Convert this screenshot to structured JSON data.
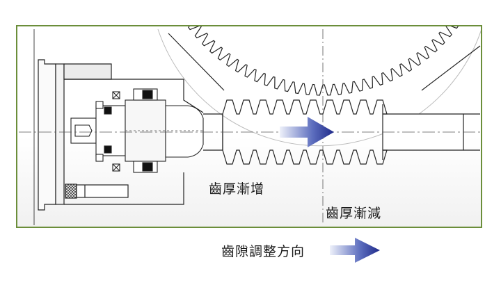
{
  "labels": {
    "thickness_increase": "齒厚漸增",
    "thickness_decrease": "齒厚漸減",
    "backlash_direction": "齒隙調整方向"
  },
  "colors": {
    "frame_border": "#6b8e3a",
    "arrow_light": "#e8ecf7",
    "arrow_dark": "#1f2a8a",
    "line": "#222222",
    "centerline": "#555555"
  }
}
